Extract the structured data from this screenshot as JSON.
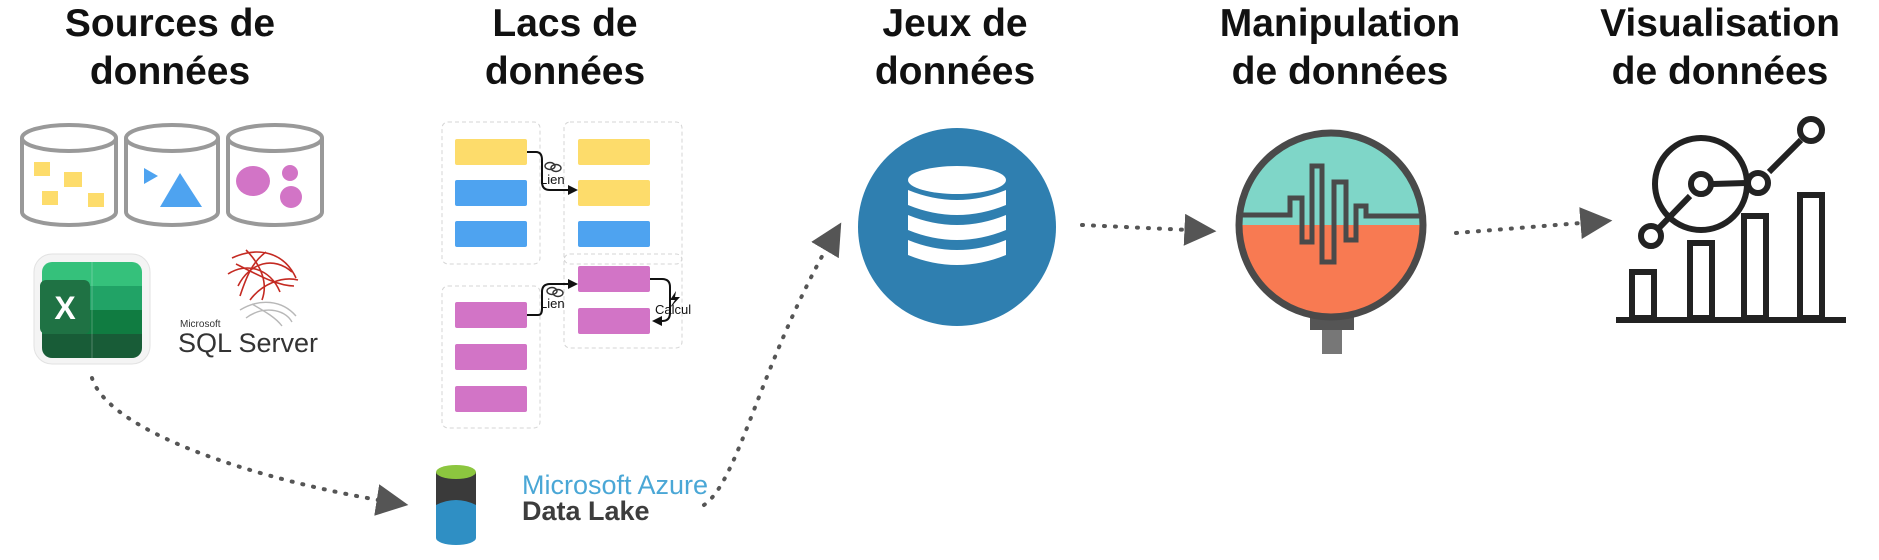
{
  "stages": [
    {
      "line1": "Sources de",
      "line2": "données"
    },
    {
      "line1": "Lacs de",
      "line2": "données"
    },
    {
      "line1": "Jeux de",
      "line2": "données"
    },
    {
      "line1": "Manipulation",
      "line2": "de données"
    },
    {
      "line1": "Visualisation",
      "line2": "de données"
    }
  ],
  "sources": {
    "excel_letter": "X",
    "sql_brand": "Microsoft",
    "sql_name": "SQL Server"
  },
  "lake": {
    "link_label_1": "Lien",
    "link_label_2": "Lien",
    "calc_label": "Calcul"
  },
  "azure": {
    "line1": "Microsoft Azure",
    "line2": "Data Lake"
  },
  "colors": {
    "yellow": "#fddc6b",
    "blue": "#4ea3f0",
    "purple": "#d274c6",
    "db_blue": "#2f7fb0",
    "teal": "#7fd6c8",
    "orange": "#f87a52",
    "excel_green": "#1f7244",
    "azure_text": "#4aa7d6",
    "dark_text": "#3d3d3d"
  }
}
